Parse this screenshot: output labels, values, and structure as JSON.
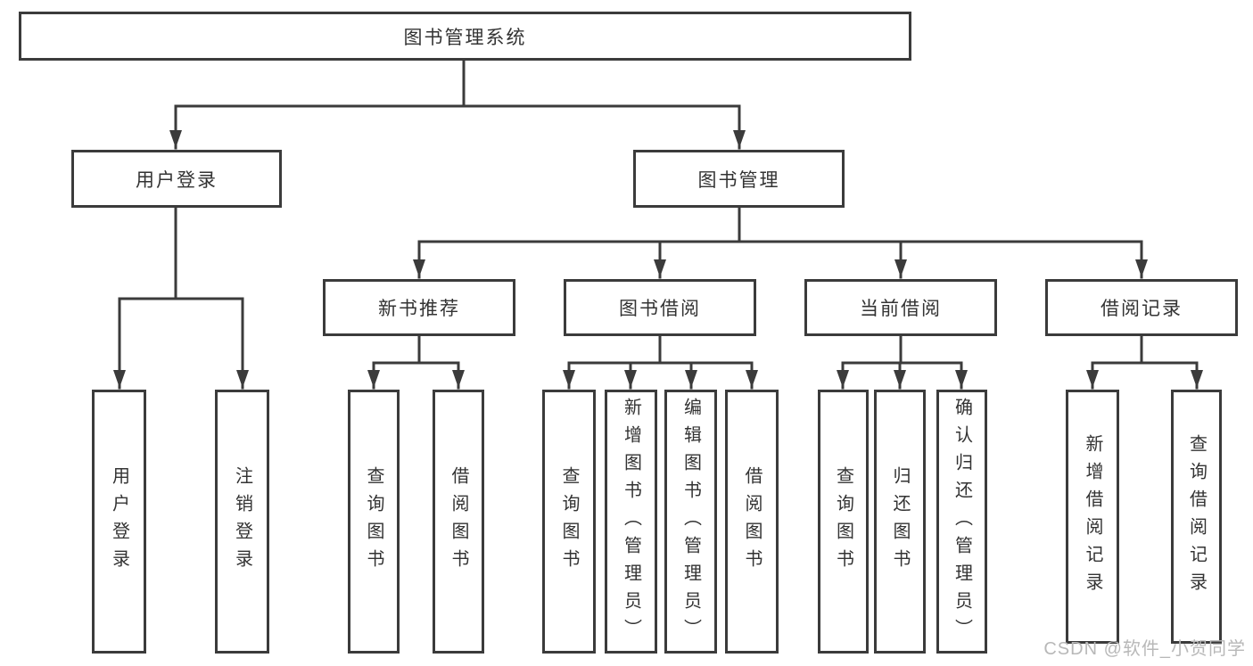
{
  "tree": {
    "label": "图书管理系统",
    "children": [
      {
        "label": "用户登录",
        "children": [
          {
            "label": "用户登录"
          },
          {
            "label": "注销登录"
          }
        ]
      },
      {
        "label": "图书管理",
        "children": [
          {
            "label": "新书推荐",
            "children": [
              {
                "label": "查询图书"
              },
              {
                "label": "借阅图书"
              }
            ]
          },
          {
            "label": "图书借阅",
            "children": [
              {
                "label": "查询图书"
              },
              {
                "label": "新增图书（管理员）"
              },
              {
                "label": "编辑图书（管理员）"
              },
              {
                "label": "借阅图书"
              }
            ]
          },
          {
            "label": "当前借阅",
            "children": [
              {
                "label": "查询图书"
              },
              {
                "label": "归还图书"
              },
              {
                "label": "确认归还（管理员）"
              }
            ]
          },
          {
            "label": "借阅记录",
            "children": [
              {
                "label": "新增借阅记录"
              },
              {
                "label": "查询借阅记录"
              }
            ]
          }
        ]
      }
    ]
  },
  "watermark": "CSDN @软件_小贺同学",
  "colors": {
    "line": "#3b3b3b",
    "text": "#333333",
    "background": "#ffffff",
    "watermark": "#b8b8b8"
  }
}
